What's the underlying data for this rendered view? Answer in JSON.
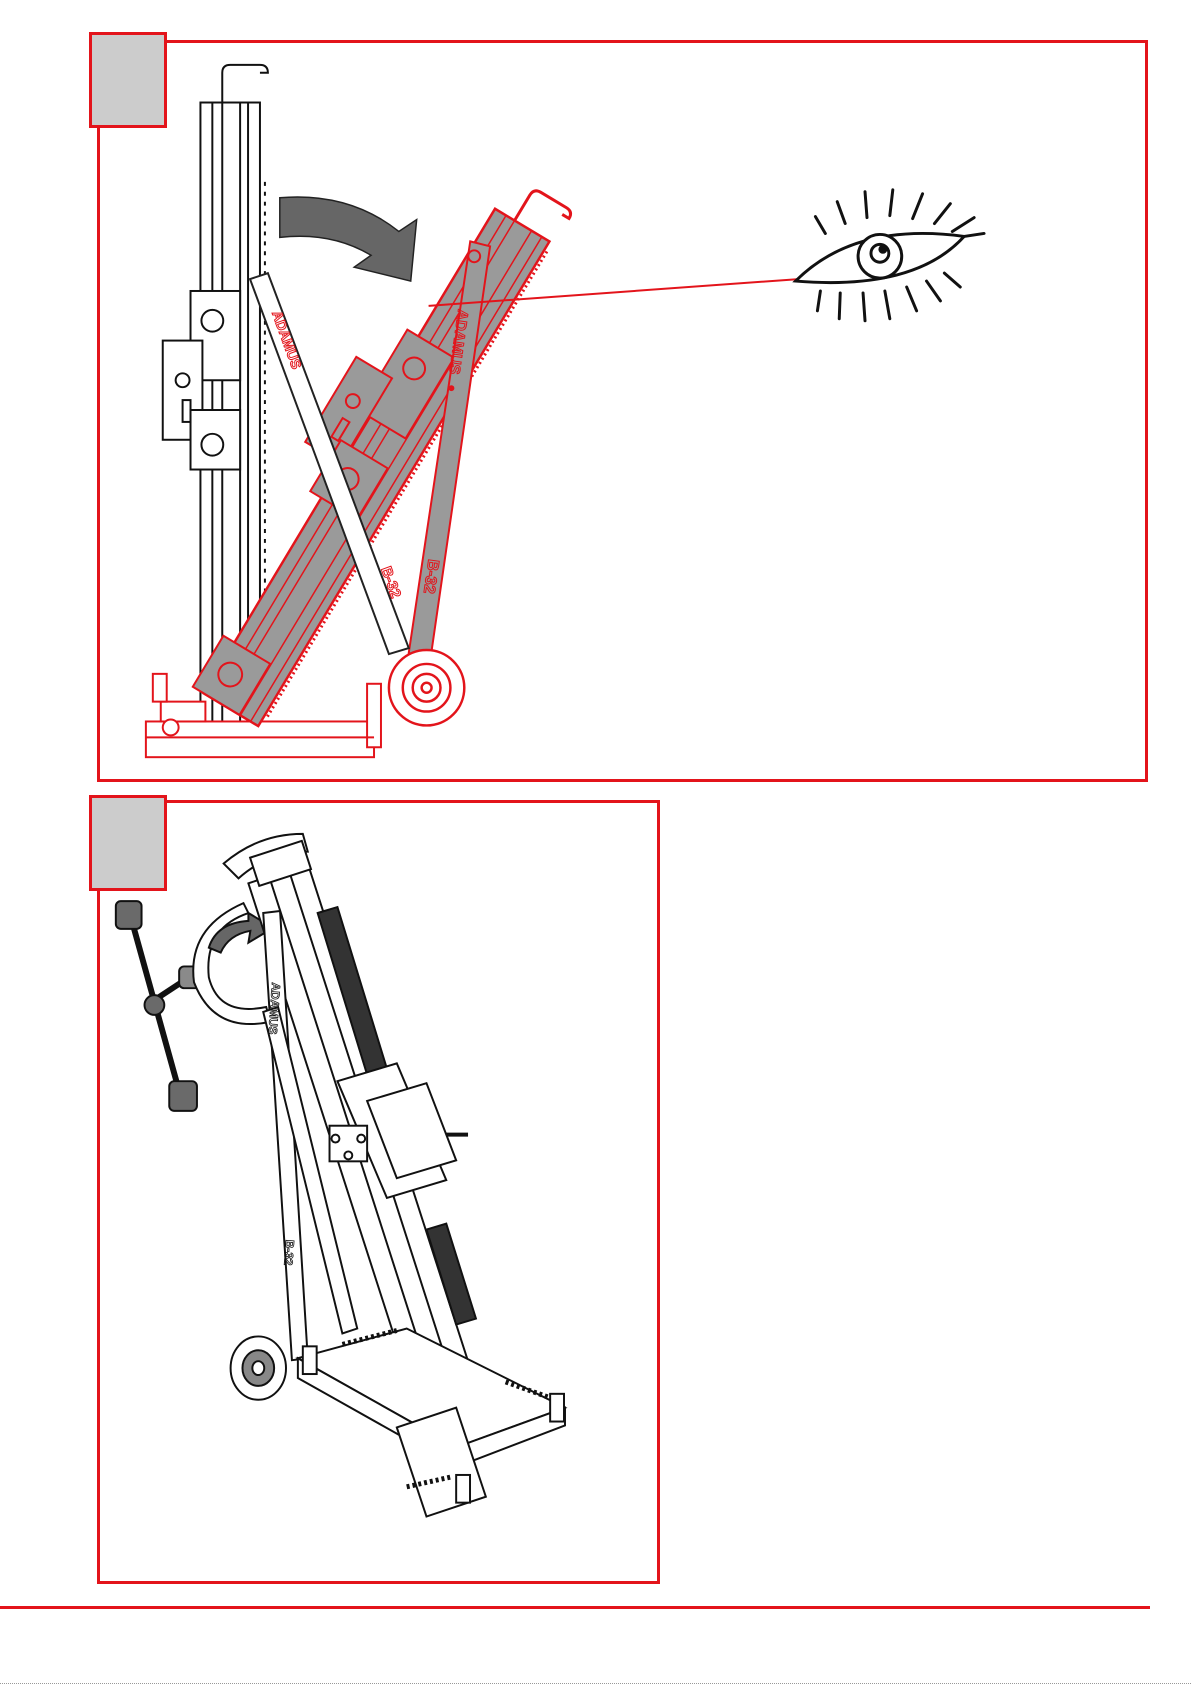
{
  "steps": [
    {
      "number": "",
      "illustration": "drill-stand-tilting-side-view"
    },
    {
      "number": "",
      "illustration": "drill-stand-perspective-with-t-wrench"
    }
  ],
  "labels": {
    "stand_brand": "ADAMUS",
    "stand_model": "B-32"
  },
  "icons": [
    "rotate-arrow-icon",
    "eye-icon",
    "circular-arrow-icon",
    "t-wrench-icon"
  ],
  "colors": {
    "accent": "#e3141b",
    "tab_fill": "#cccccc",
    "metal_fill": "#9a9a9a"
  }
}
